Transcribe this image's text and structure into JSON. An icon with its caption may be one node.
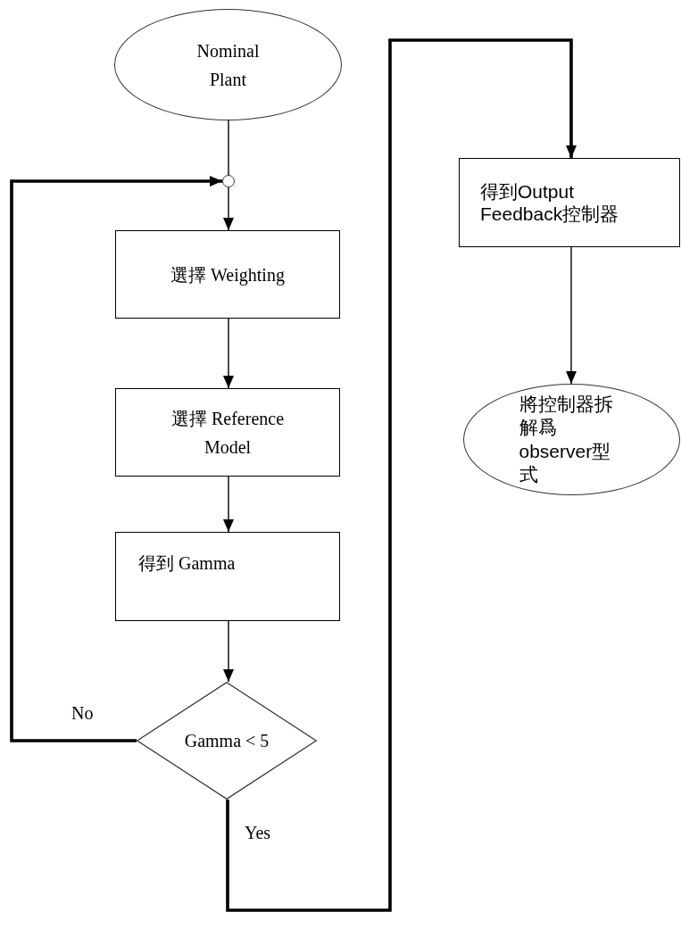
{
  "diagram": {
    "nodes": [
      {
        "text": [
          "Nominal Plant"
        ]
      },
      {
        "text": [],
        "shape": "circle"
      },
      {
        "text": [
          "選擇 Weighting"
        ]
      },
      {
        "text": [
          "選擇 Reference Model"
        ]
      },
      {
        "text": [
          "得到 Gamma"
        ]
      },
      {
        "text": [
          "Gamma < 5"
        ]
      },
      {
        "text": [
          "得到Output Feedback控制器"
        ]
      },
      {
        "text": [
          "將控制器拆解爲observer型式"
        ]
      }
    ],
    "edges": [
      {
        "from": 0,
        "to": 1,
        "arrow": "none"
      },
      {
        "from": 1,
        "to": 2,
        "arrow": "to"
      },
      {
        "from": 2,
        "to": 3,
        "arrow": "to"
      },
      {
        "from": 3,
        "to": 4,
        "arrow": "to"
      },
      {
        "from": 4,
        "to": 5,
        "arrow": "to"
      },
      {
        "from": 5,
        "to": 1,
        "arrow": "to",
        "label": "No",
        "style": "thick"
      },
      {
        "from": 5,
        "to": 6,
        "arrow": "to",
        "label": "Yes",
        "style": "thick"
      },
      {
        "from": 6,
        "to": 7,
        "arrow": "to"
      }
    ]
  }
}
